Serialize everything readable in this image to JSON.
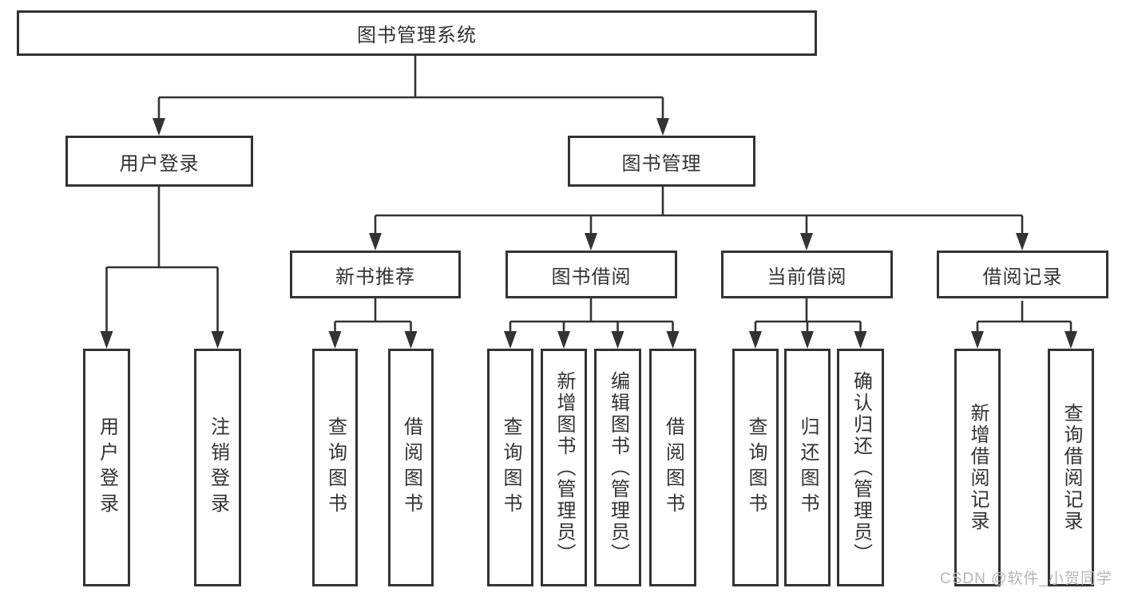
{
  "diagram": {
    "root": {
      "label": "图书管理系统"
    },
    "branches": [
      {
        "label": "用户登录",
        "children": [
          {
            "label": "用户登录"
          },
          {
            "label": "注销登录"
          }
        ]
      },
      {
        "label": "图书管理",
        "children": [
          {
            "label": "新书推荐",
            "children": [
              {
                "label": "查询图书"
              },
              {
                "label": "借阅图书"
              }
            ]
          },
          {
            "label": "图书借阅",
            "children": [
              {
                "label": "查询图书"
              },
              {
                "label": "新增图书（管理员）"
              },
              {
                "label": "编辑图书（管理员）"
              },
              {
                "label": "借阅图书"
              }
            ]
          },
          {
            "label": "当前借阅",
            "children": [
              {
                "label": "查询图书"
              },
              {
                "label": "归还图书"
              },
              {
                "label": "确认归还（管理员）"
              }
            ]
          },
          {
            "label": "借阅记录",
            "children": [
              {
                "label": "新增借阅记录"
              },
              {
                "label": "查询借阅记录"
              }
            ]
          }
        ]
      }
    ],
    "colors": {
      "line": "#333333",
      "text": "#333333",
      "background": "#ffffff",
      "watermark": "#b5b5b5"
    },
    "watermark": "CSDN @软件_小贺同学"
  }
}
